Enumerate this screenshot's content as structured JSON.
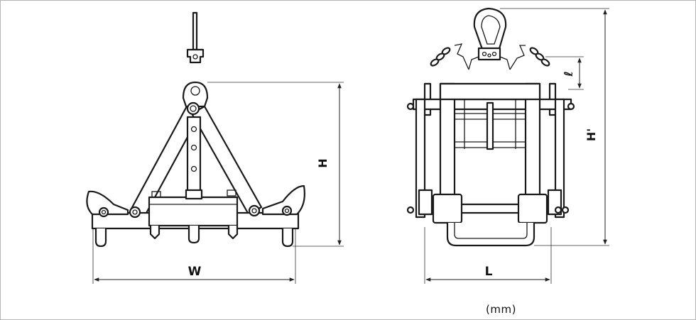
{
  "unit_note": "(mm)",
  "dimensions": {
    "width_label": "W",
    "height_label": "H",
    "length_label": "L",
    "total_height_label": "H'",
    "shackle_label": "ℓ"
  }
}
